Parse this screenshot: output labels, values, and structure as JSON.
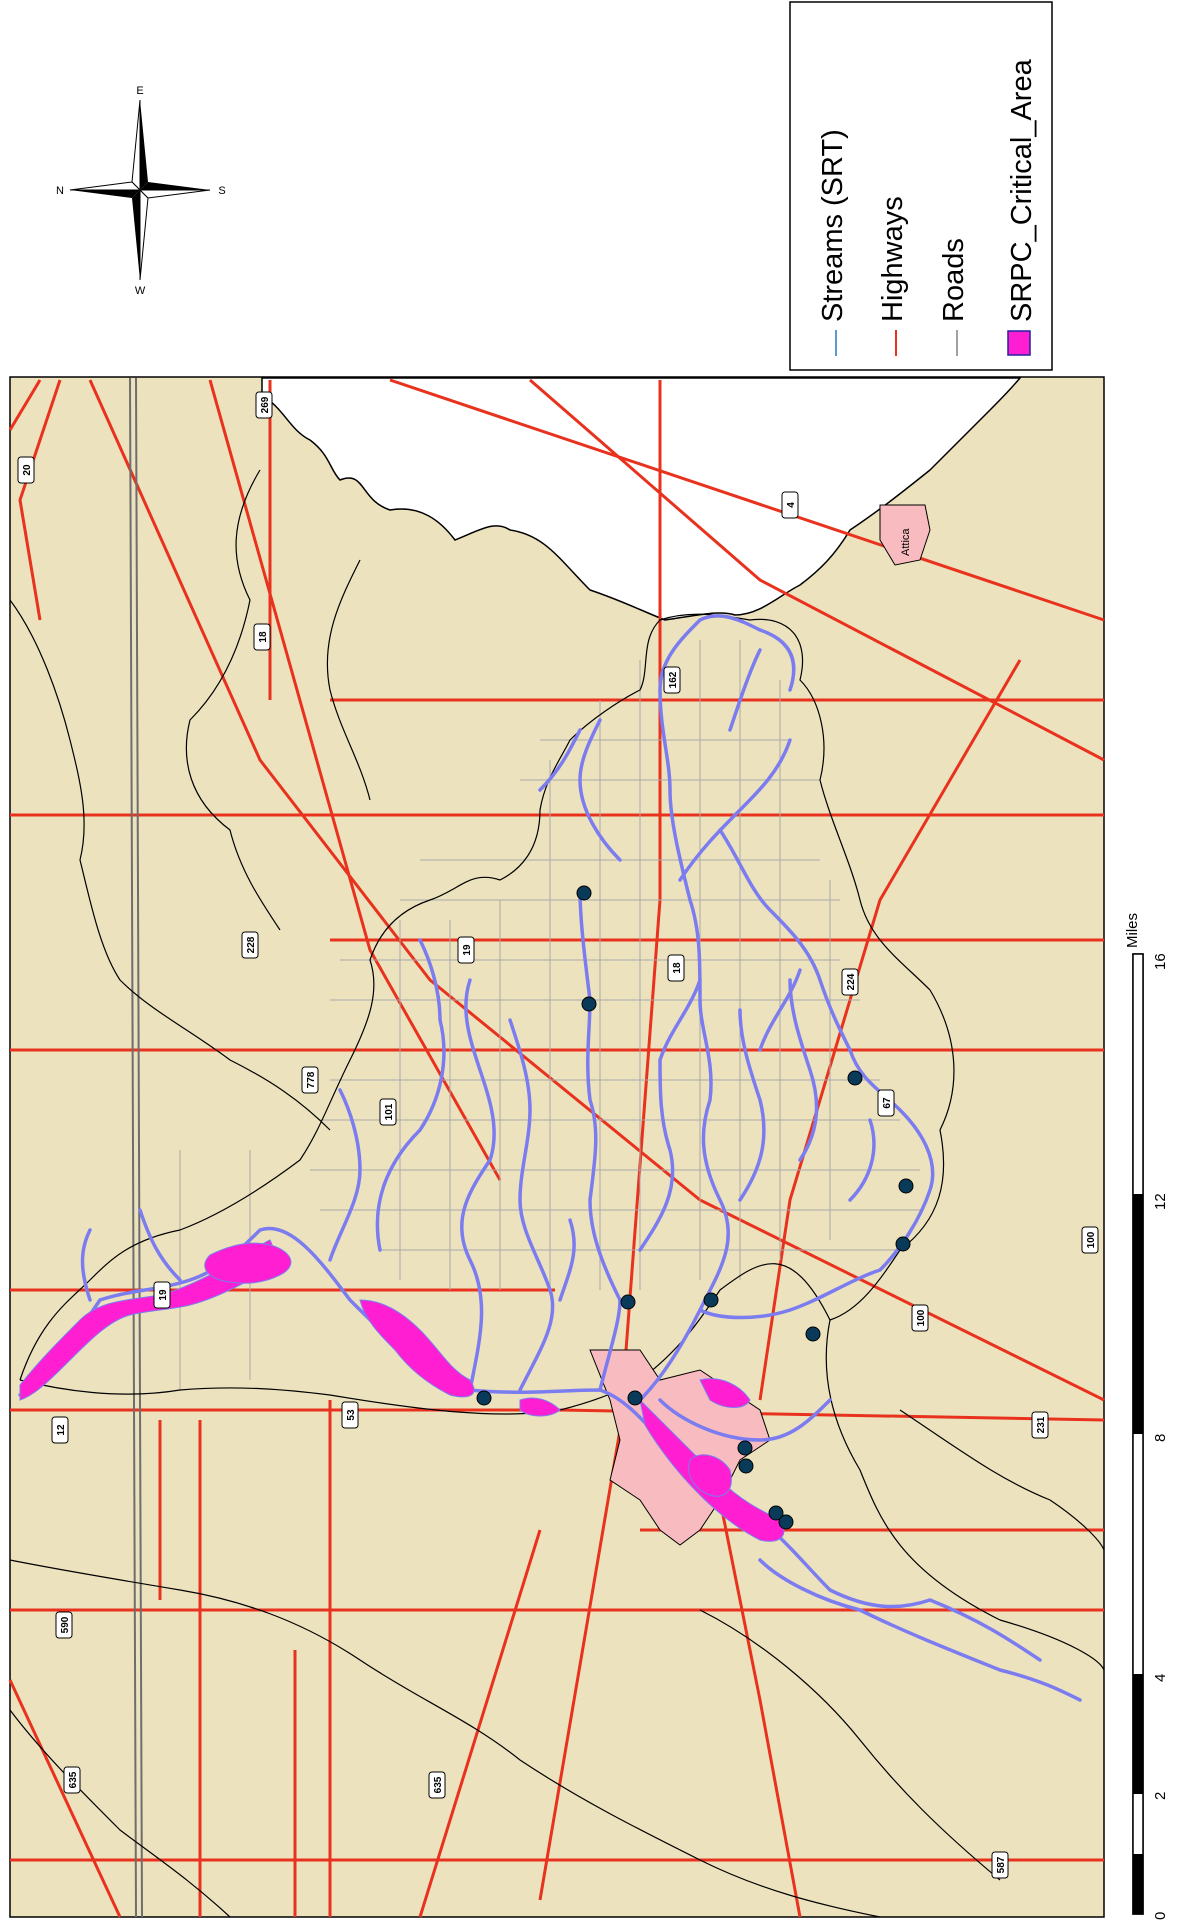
{
  "legend": {
    "items": [
      {
        "label": "Streams (SRT)",
        "symbol": "line",
        "color": "#5b9bd5"
      },
      {
        "label": "Highways",
        "symbol": "line",
        "color": "#e8321e"
      },
      {
        "label": "Roads",
        "symbol": "line",
        "color": "#a0a0a0"
      },
      {
        "label": "SRPC_Critical_Area",
        "symbol": "patch",
        "color": "#ff1ed2"
      }
    ]
  },
  "compass": {
    "n": "N",
    "e": "E",
    "s": "S",
    "w": "W"
  },
  "scale_bar": {
    "unit": "Miles",
    "ticks": [
      "0",
      "2",
      "4",
      "8",
      "12",
      "16"
    ]
  },
  "town": {
    "label": "Attica"
  },
  "route_shields": [
    "20",
    "269",
    "4",
    "18",
    "162",
    "228",
    "19",
    "18",
    "224",
    "778",
    "101",
    "67",
    "19",
    "100",
    "100",
    "53",
    "231",
    "12",
    "590",
    "635",
    "635",
    "587"
  ],
  "colors": {
    "land": "#ede2be",
    "outside": "#ffffff",
    "highway": "#e8321e",
    "stream": "#7b7cf0",
    "road": "#a9a9a9",
    "critical": "#ff1ed2",
    "urban": "#f8bcc0",
    "interstate": "#6e6e6e",
    "boundary": "#000000"
  }
}
